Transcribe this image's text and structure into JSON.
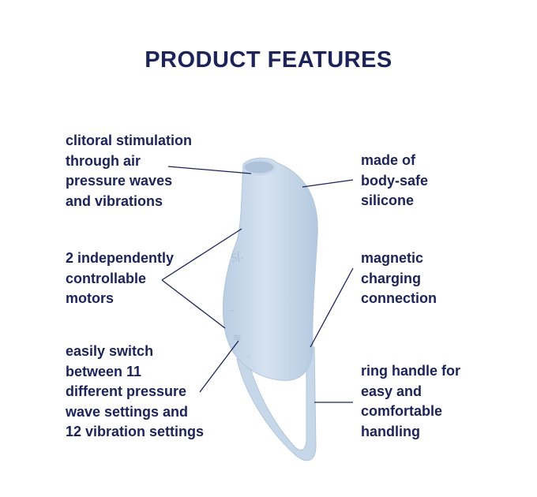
{
  "title": "PRODUCT FEATURES",
  "features_left": [
    {
      "lines": [
        "clitoral stimulation",
        "through air",
        "pressure waves",
        "and vibrations"
      ]
    },
    {
      "lines": [
        "2 independently",
        "controllable",
        "motors"
      ]
    },
    {
      "lines": [
        "easily switch",
        "between 11",
        "different pressure",
        "wave settings and",
        "12 vibration settings"
      ]
    }
  ],
  "features_right": [
    {
      "lines": [
        "made of",
        "body-safe",
        "silicone"
      ]
    },
    {
      "lines": [
        "magnetic",
        "charging",
        "connection"
      ]
    },
    {
      "lines": [
        "ring handle for",
        "easy and",
        "comfortable",
        "handling"
      ]
    }
  ],
  "colors": {
    "navy": "#1c2358",
    "device": "#cddcec"
  }
}
